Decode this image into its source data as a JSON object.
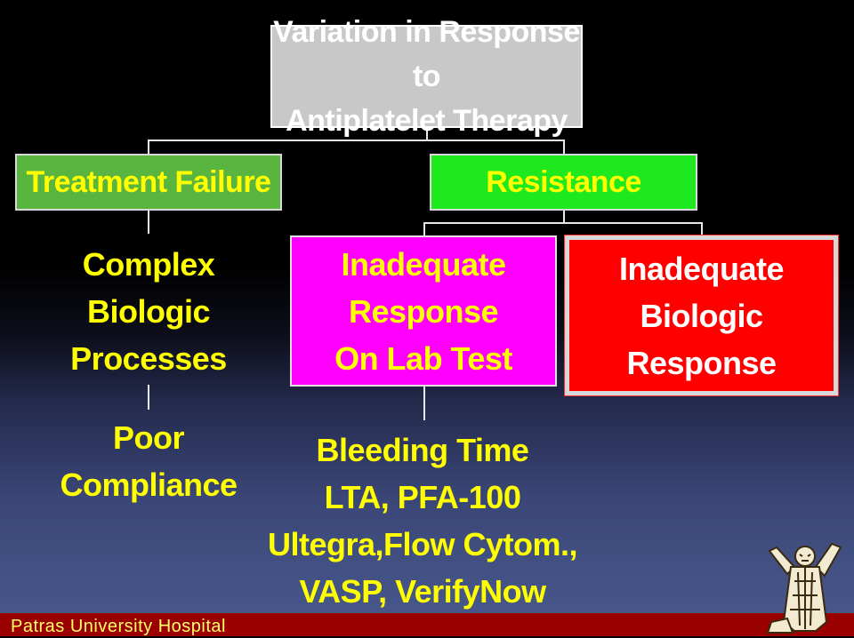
{
  "title": {
    "line1": "Variation in Response to",
    "line2": "Antiplatelet Therapy"
  },
  "treatment_failure": "Treatment Failure",
  "resistance": "Resistance",
  "complex": {
    "line1": "Complex",
    "line2": "Biologic",
    "line3": "Processes"
  },
  "poor_compliance": {
    "line1": "Poor",
    "line2": "Compliance"
  },
  "lab_test": {
    "line1": "Inadequate",
    "line2": "Response",
    "line3": "On Lab Test"
  },
  "biologic_response": {
    "line1": "Inadequate",
    "line2": "Biologic",
    "line3": "Response"
  },
  "tests": {
    "line1": "Bleeding Time",
    "line2": "LTA, PFA-100",
    "line3": "Ultegra,Flow Cytom.,",
    "line4": "VASP, VerifyNow"
  },
  "footer": "Patras University Hospital",
  "colors": {
    "title_box": "#c8c8c8",
    "treatment_failure_box": "#5ab540",
    "resistance_box": "#1ee81e",
    "lab_test_box": "#ff00ff",
    "biologic_response_box": "#ff0000",
    "text_yellow": "#ffff00",
    "footer_bar": "#9a0000"
  },
  "logo_icon": "saint-figure-logo-icon"
}
